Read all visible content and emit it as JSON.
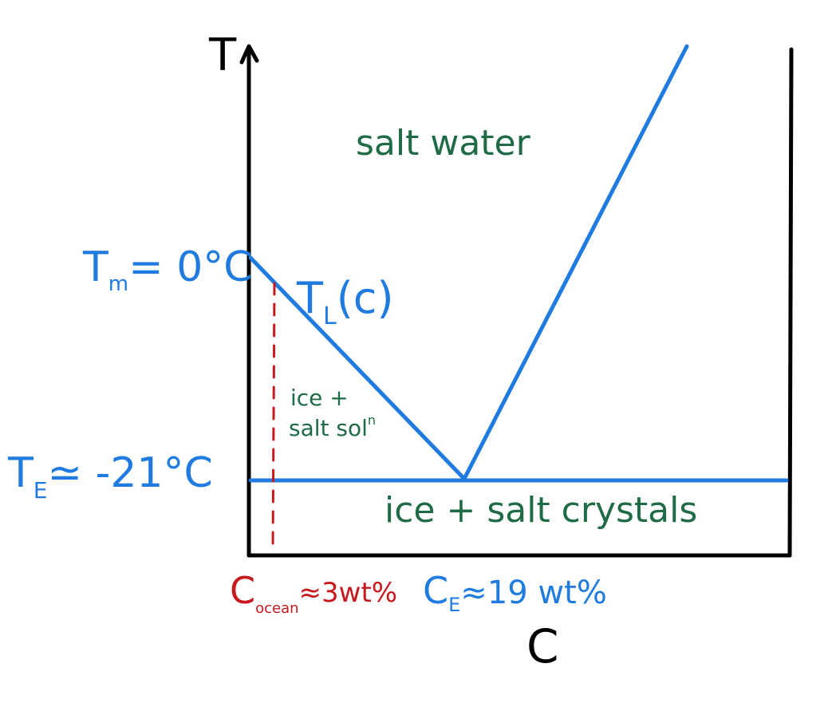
{
  "axes": {
    "y_label": "T",
    "x_label": "C"
  },
  "regions": {
    "liquid": "salt water",
    "mushy_line1": "ice +",
    "mushy_line2": "salt sol",
    "mushy_superscript": "n",
    "solid": "ice + salt crystals"
  },
  "curves": {
    "liquidus_label": "T",
    "liquidus_sub": "L",
    "liquidus_arg": "(c)"
  },
  "markers": {
    "melting": {
      "symbol": "T",
      "sub": "m",
      "value": "= 0°C"
    },
    "eutectic_temperature": {
      "symbol": "T",
      "sub": "E",
      "value": "≃ -21°C"
    },
    "ocean_concentration": {
      "symbol": "C",
      "sub": "ocean",
      "value": "≈3wt%"
    },
    "eutectic_concentration": {
      "symbol": "C",
      "sub": "E",
      "value": "≈19 wt%"
    }
  },
  "colors": {
    "axis": "#000000",
    "phase_lines": "#1f7be0",
    "region_labels": "#1f6b45",
    "ocean_marker": "#c8191e"
  }
}
